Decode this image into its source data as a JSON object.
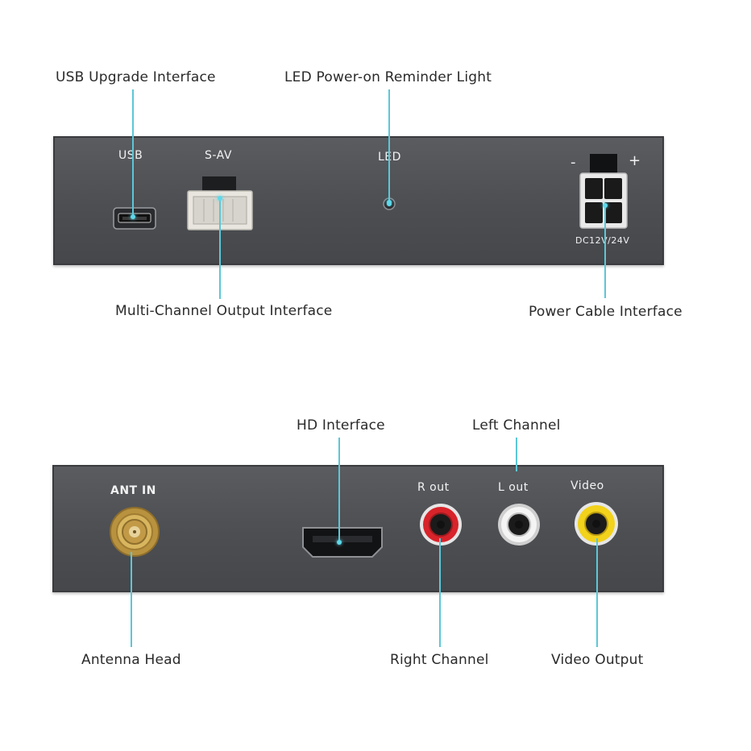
{
  "top_panel": {
    "labels": {
      "usb": "USB",
      "s_av": "S-AV",
      "led": "LED",
      "minus": "-",
      "plus": "+",
      "voltage": "DC12V/24V"
    }
  },
  "bottom_panel": {
    "labels": {
      "ant_in": "ANT IN",
      "r_out": "R out",
      "l_out": "L out",
      "video": "Video"
    }
  },
  "callouts": {
    "usb_upgrade": "USB Upgrade Interface",
    "led_power": "LED Power-on Reminder Light",
    "multi_channel": "Multi-Channel Output Interface",
    "power_cable": "Power Cable Interface",
    "hd_interface": "HD Interface",
    "left_channel": "Left Channel",
    "antenna_head": "Antenna Head",
    "right_channel": "Right Channel",
    "video_output": "Video Output"
  },
  "colors": {
    "panel": "#4c4e52",
    "callout_line": "#5cc7d6",
    "rca_red": "#d8232a",
    "rca_white": "#f4f4f4",
    "rca_yellow": "#f2d21a",
    "sma_gold": "#c9a24a"
  }
}
